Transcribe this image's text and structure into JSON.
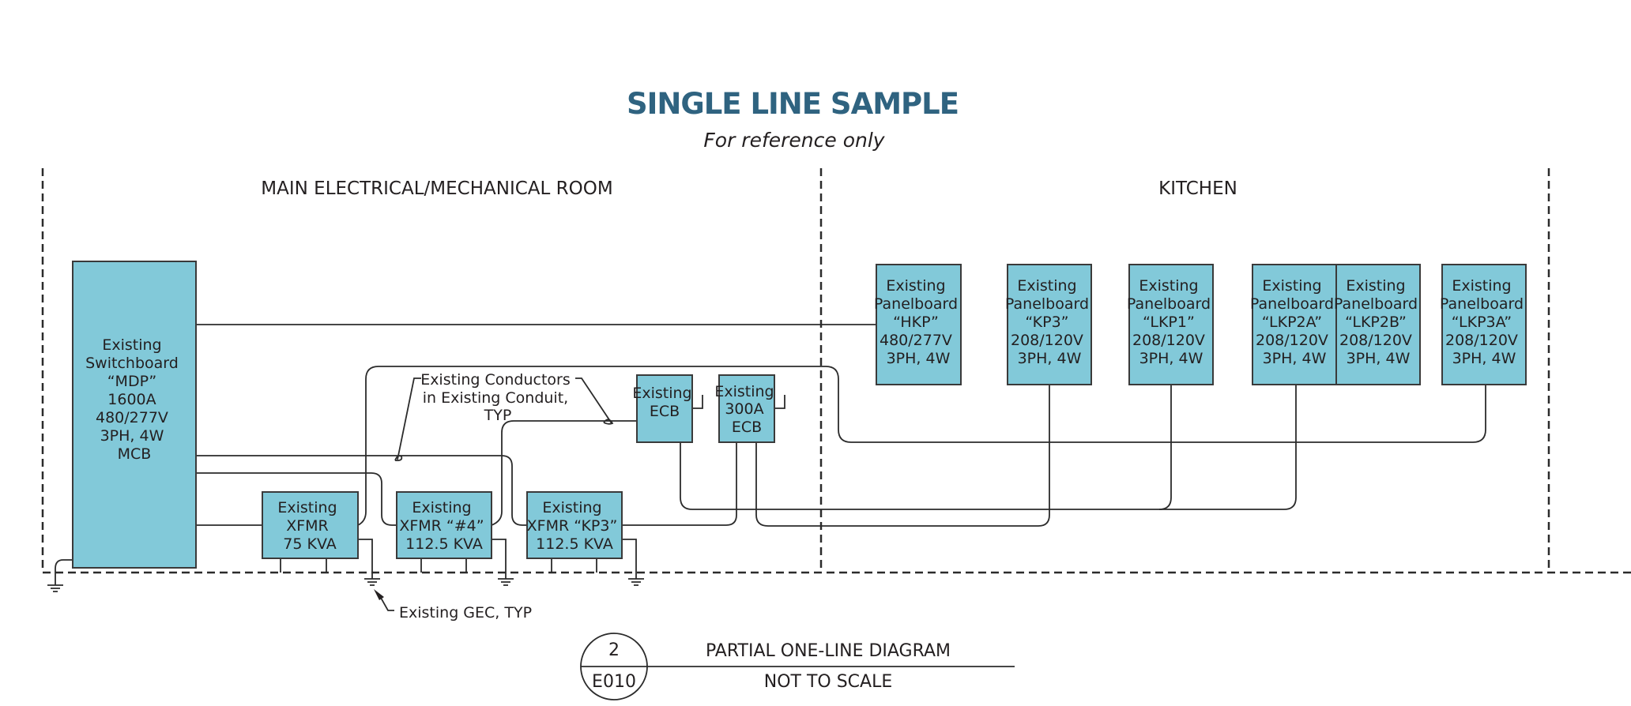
{
  "header": {
    "title": "SINGLE LINE SAMPLE",
    "subtitle": "For reference only"
  },
  "rooms": [
    {
      "label": "MAIN ELECTRICAL/MECHANICAL ROOM"
    },
    {
      "label": "KITCHEN"
    }
  ],
  "colors": {
    "title": "#2f6380",
    "equipment_fill": "#82c9d9",
    "line": "#2b2b2b"
  },
  "equipment": {
    "mdp": {
      "lines": [
        "Existing",
        "Switchboard",
        "“MDP”",
        "1600A",
        "480/277V",
        "3PH, 4W",
        "MCB"
      ]
    },
    "xfmr_75": {
      "lines": [
        "Existing",
        "XFMR",
        "75 KVA"
      ]
    },
    "xfmr_4": {
      "lines": [
        "Existing",
        "XFMR “#4”",
        "112.5 KVA"
      ]
    },
    "xfmr_kp3": {
      "lines": [
        "Existing",
        "XFMR “KP3”",
        "112.5 KVA"
      ]
    },
    "ecb": {
      "lines": [
        "Existing",
        "ECB"
      ]
    },
    "ecb_300": {
      "lines": [
        "Existing",
        "300A",
        "ECB"
      ]
    },
    "hkp": {
      "lines": [
        "Existing",
        "Panelboard",
        "“HKP”",
        "480/277V",
        "3PH, 4W"
      ]
    },
    "kp3": {
      "lines": [
        "Existing",
        "Panelboard",
        "“KP3”",
        "208/120V",
        "3PH, 4W"
      ]
    },
    "lkp1": {
      "lines": [
        "Existing",
        "Panelboard",
        "“LKP1”",
        "208/120V",
        "3PH, 4W"
      ]
    },
    "lkp2a": {
      "lines": [
        "Existing",
        "Panelboard",
        "“LKP2A”",
        "208/120V",
        "3PH, 4W"
      ]
    },
    "lkp2b": {
      "lines": [
        "Existing",
        "Panelboard",
        "“LKP2B”",
        "208/120V",
        "3PH, 4W"
      ]
    },
    "lkp3a": {
      "lines": [
        "Existing",
        "Panelboard",
        "“LKP3A”",
        "208/120V",
        "3PH, 4W"
      ]
    }
  },
  "annotations": {
    "conductors": [
      "Existing Conductors",
      "in Existing Conduit,",
      "TYP"
    ],
    "gec": "Existing GEC, TYP"
  },
  "title_block": {
    "detail_number": "2",
    "sheet": "E010",
    "name": "PARTIAL ONE-LINE DIAGRAM",
    "scale": "NOT TO SCALE"
  }
}
